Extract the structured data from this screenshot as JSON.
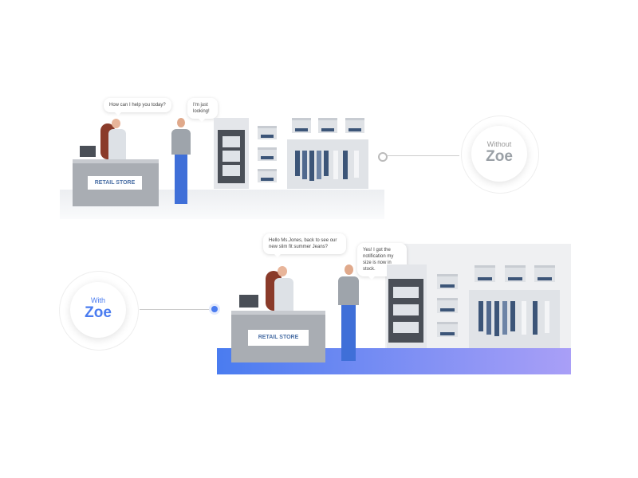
{
  "without": {
    "label_small": "Without",
    "label_big": "Zoe",
    "store_sign": "RETAIL STORE",
    "bubble_staff": "How can I help you today?",
    "bubble_customer": "I'm just looking!"
  },
  "with": {
    "label_small": "With",
    "label_big": "Zoe",
    "store_sign": "RETAIL STORE",
    "bubble_staff": "Hello Ms.Jones, back to see our new slim fit summer Jeans?",
    "bubble_customer": "Yes! I got the notification my size is now in stock."
  },
  "colors": {
    "accent": "#4a7cf0",
    "floor_gradient_end": "#a99ff7"
  }
}
